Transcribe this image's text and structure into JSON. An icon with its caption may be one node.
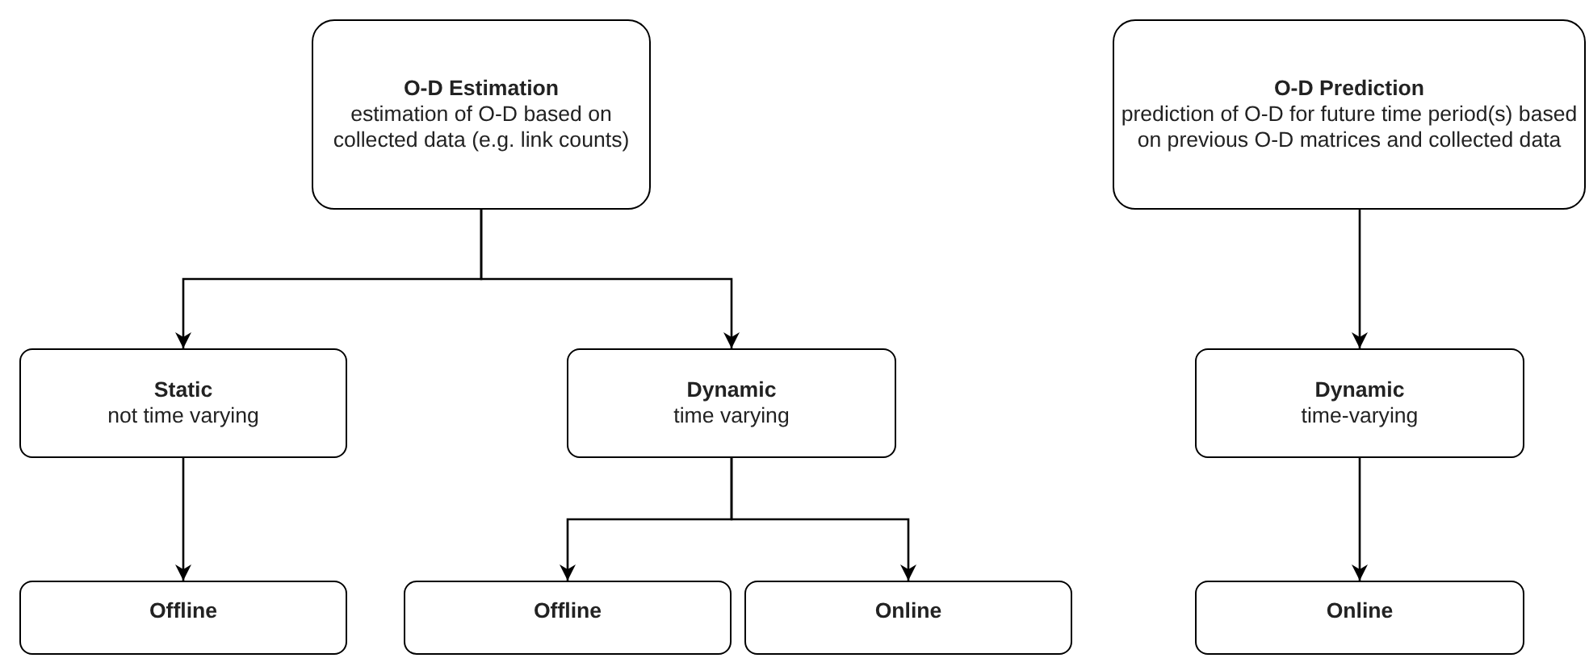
{
  "diagram": {
    "nodes": [
      {
        "text": [
          "O-D Estimation",
          "estimation of O-D based on collected data (e.g. link counts)"
        ]
      },
      {
        "text": [
          "O-D Prediction",
          "prediction of O-D for future time period(s) based on previous O-D matrices and collected data"
        ]
      },
      {
        "text": [
          "Static",
          "not time varying"
        ]
      },
      {
        "text": [
          "Dynamic",
          "time varying"
        ]
      },
      {
        "text": [
          "Dynamic",
          "time-varying"
        ]
      },
      {
        "text": [
          "Offline"
        ]
      },
      {
        "text": [
          "Offline"
        ]
      },
      {
        "text": [
          "Online"
        ]
      },
      {
        "text": [
          "Online"
        ]
      }
    ],
    "edges": [
      {
        "from": 0,
        "to": 2,
        "arrow": "to"
      },
      {
        "from": 0,
        "to": 3,
        "arrow": "to"
      },
      {
        "from": 1,
        "to": 4,
        "arrow": "to"
      },
      {
        "from": 2,
        "to": 5,
        "arrow": "to"
      },
      {
        "from": 3,
        "to": 6,
        "arrow": "to"
      },
      {
        "from": 3,
        "to": 7,
        "arrow": "to"
      },
      {
        "from": 4,
        "to": 8,
        "arrow": "to"
      }
    ]
  }
}
